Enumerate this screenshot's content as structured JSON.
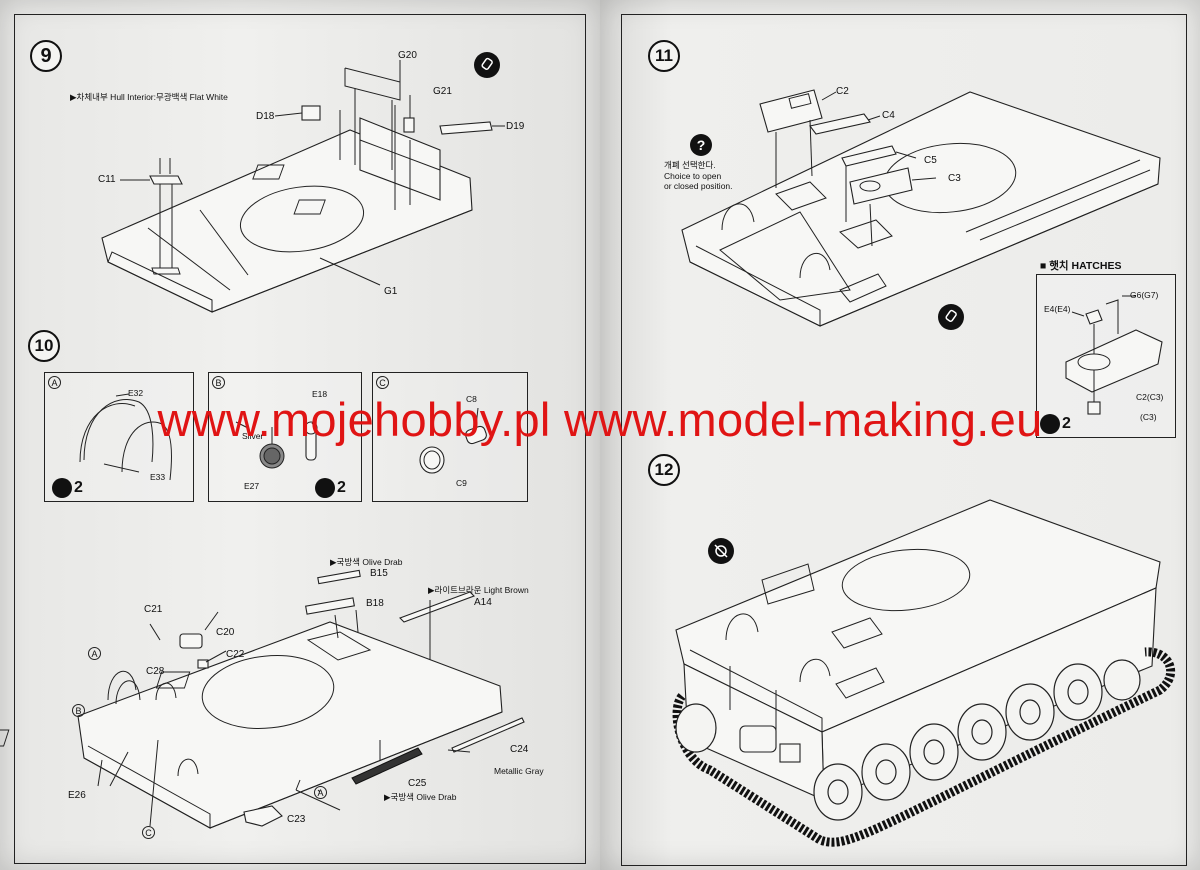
{
  "watermark": "www.mojehobby.pl www.model-making.eu",
  "step9": {
    "number": "9",
    "note": "▶차체내부 Hull Interior:무광백색 Flat White",
    "parts": {
      "g20": "G20",
      "g21": "G21",
      "d18": "D18",
      "d19": "D19",
      "c11": "C11",
      "g1": "G1"
    }
  },
  "step10": {
    "number": "10",
    "sub_a": {
      "letter": "A",
      "parts": [
        "E32",
        "E33"
      ],
      "cement_count": "2"
    },
    "sub_b": {
      "letter": "B",
      "parts": [
        "E18",
        "E27"
      ],
      "color_note": "Silver",
      "cement_count": "2"
    },
    "sub_c": {
      "letter": "C",
      "parts": [
        "C8",
        "C9"
      ]
    },
    "notes": {
      "olive1": "▶국방색 Olive Drab",
      "light_brown": "▶라이트브라운 Light Brown",
      "metallic": "Metallic Gray",
      "olive2": "▶국방색 Olive Drab"
    },
    "parts": {
      "b15": "B15",
      "b18": "B18",
      "a14": "A14",
      "c21": "C21",
      "c20": "C20",
      "c22": "C22",
      "c28": "C28",
      "e26": "E26",
      "c24": "C24",
      "c25": "C25",
      "c23": "C23"
    },
    "callouts": {
      "a": "A",
      "b": "B",
      "c": "C"
    }
  },
  "step11": {
    "number": "11",
    "choice_kr": "개폐 선택한다.",
    "choice_en1": "Choice to open",
    "choice_en2": "or closed position.",
    "parts": {
      "c2": "C2",
      "c4": "C4",
      "c5": "C5",
      "c3": "C3"
    },
    "hatches": {
      "title": "■ 햇치 HATCHES",
      "e4": "E4(E4)",
      "g6": "G6(G7)",
      "c2": "C2(C3)",
      "c3": "(C3)",
      "cement_count": "2"
    }
  },
  "step12": {
    "number": "12"
  }
}
